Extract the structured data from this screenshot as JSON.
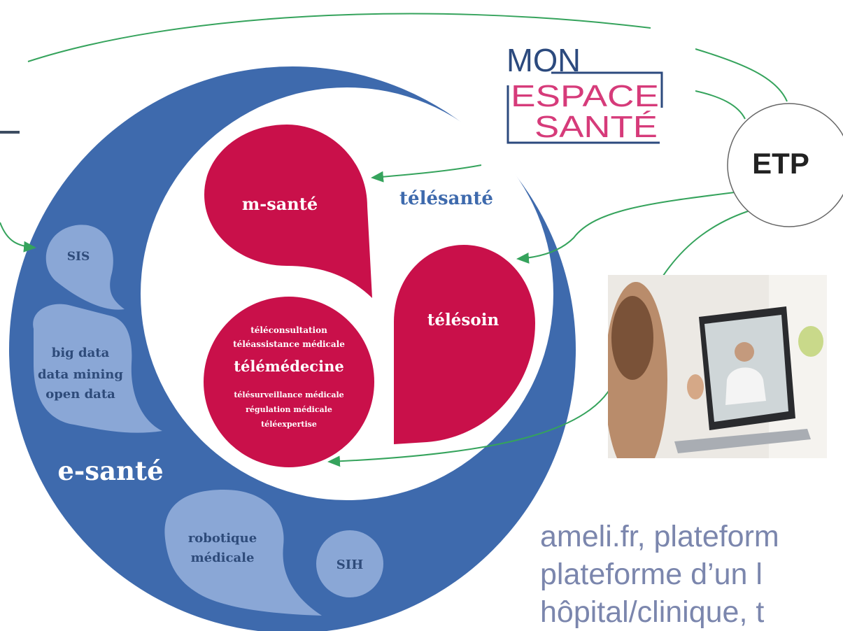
{
  "diagram": {
    "outer_ring_label": "e-santé",
    "inner_label": "télésanté",
    "m_sante": "m-santé",
    "telesoin": "télésoin",
    "telemedecine": {
      "lines_top": [
        "téléconsultation",
        "téléassistance médicale"
      ],
      "title": "télémédecine",
      "lines_bottom": [
        "télésurveillance médicale",
        "régulation médicale",
        "téléexpertise"
      ]
    },
    "sis": "SIS",
    "big_data": [
      "big data",
      "data mining",
      "open data"
    ],
    "robotique": [
      "robotique",
      "médicale"
    ],
    "sih": "SIH"
  },
  "logo": {
    "line1": "MON",
    "line2": "ESPACE",
    "line3": "SANTÉ",
    "color_blue": "#2c4a7e",
    "color_pink": "#d63b7a"
  },
  "etp": {
    "label": "ETP"
  },
  "caption": {
    "lines": [
      "ameli.fr, plateform",
      "plateforme d’un l",
      "hôpital/clinique, t"
    ]
  },
  "colors": {
    "outer_blue": "#3e6aad",
    "light_blue": "#8aa7d6",
    "crimson": "#c9104a",
    "arrow_green": "#35a35c",
    "caption": "#7b86ad"
  }
}
